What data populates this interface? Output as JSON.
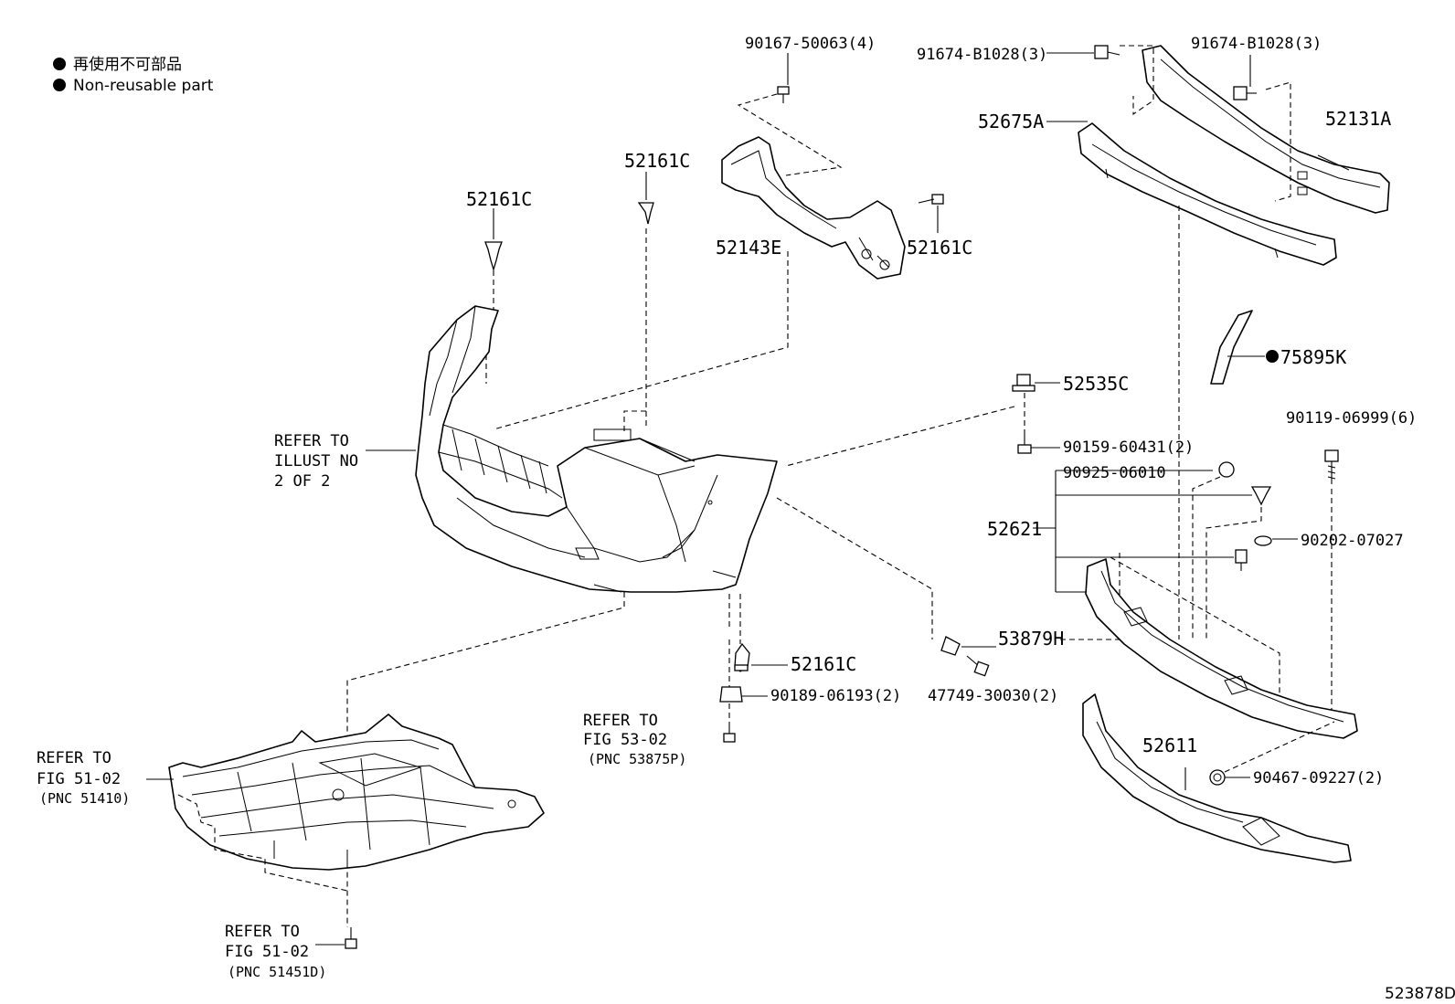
{
  "legend": {
    "dot_color": "#000000",
    "line1": "再使用不可部品",
    "line2": "Non-reusable part"
  },
  "labels": {
    "p90167": "90167-50063(4)",
    "p91674_left": "91674-B1028(3)",
    "p91674_right": "91674-B1028(3)",
    "p52675A": "52675A",
    "p52131A": "52131A",
    "p52161C_a": "52161C",
    "p52161C_b": "52161C",
    "p52143E": "52143E",
    "p52161C_c": "52161C",
    "p75895K": "75895K",
    "p52535C": "52535C",
    "p90159": "90159-60431(2)",
    "p90119": "90119-06999(6)",
    "p90925": "90925-06010",
    "p52621": "52621",
    "p90202": "90202-07027",
    "p53879H": "53879H",
    "p47749": "47749-30030(2)",
    "p52161C_d": "52161C",
    "p90189": "90189-06193(2)",
    "p52611": "52611",
    "p90467": "90467-09227(2)"
  },
  "refs": {
    "illust": [
      "REFER TO",
      "ILLUST NO",
      "2 OF 2"
    ],
    "fig53": [
      "REFER TO",
      "FIG 53-02",
      "(PNC 53875P)"
    ],
    "fig51a": [
      "REFER TO",
      "FIG 51-02",
      "(PNC 51410)"
    ],
    "fig51b": [
      "REFER TO",
      "FIG 51-02",
      "(PNC 51451D)"
    ]
  },
  "diagram_id": "523878D"
}
